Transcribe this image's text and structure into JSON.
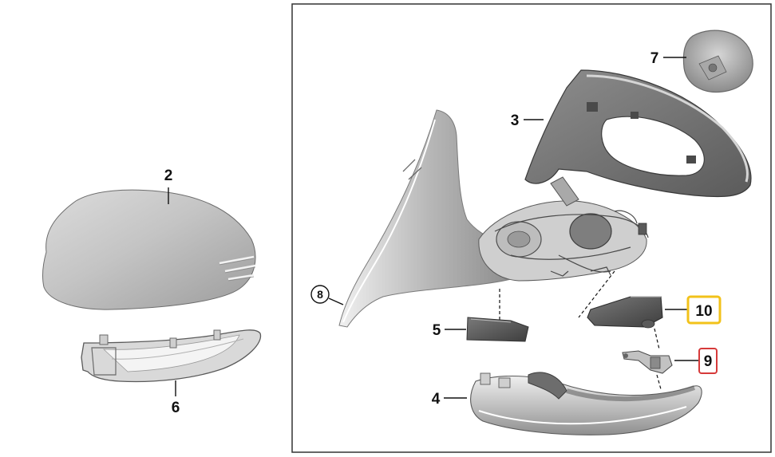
{
  "diagram": {
    "callouts": {
      "p2": "2",
      "p3": "3",
      "p4": "4",
      "p5": "5",
      "p6": "6",
      "p7": "7",
      "p8": "8",
      "p9": "9",
      "p10": "10"
    },
    "highlight_colors": {
      "p10_frame": "#f2c21a",
      "p9_frame": "#d63a3a"
    }
  }
}
